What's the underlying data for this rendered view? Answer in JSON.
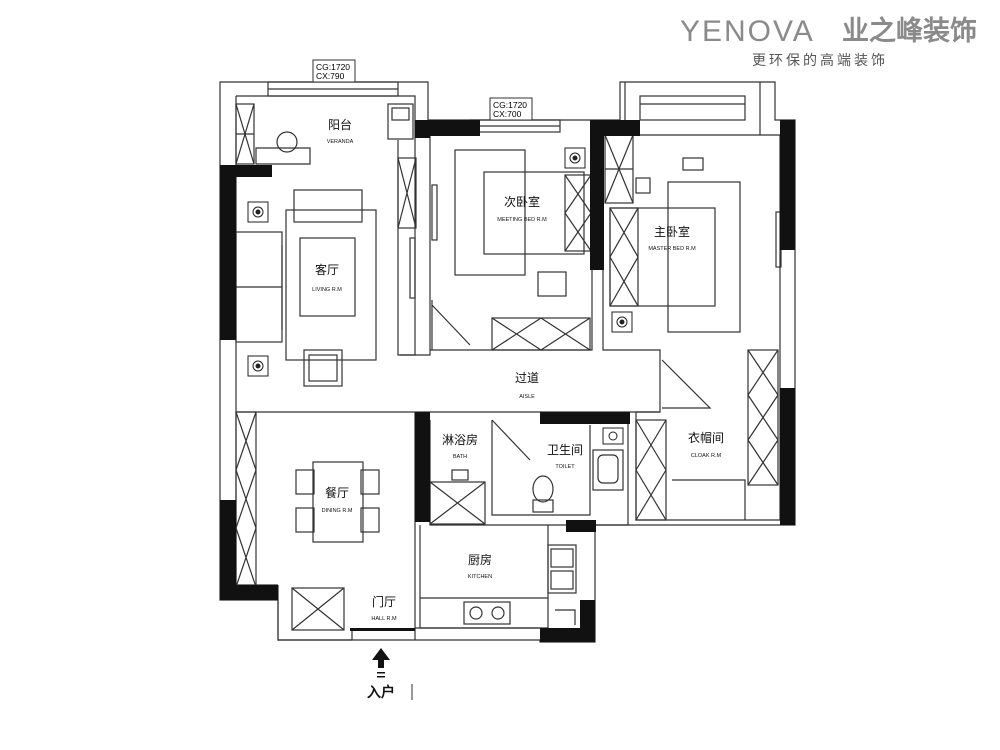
{
  "brand": {
    "latin": "YENOVA",
    "chinese": "业之峰装饰",
    "slogan": "更环保的高端装饰"
  },
  "windows": {
    "balcony": {
      "cg": "CG:1720",
      "cx": "CX:790"
    },
    "second_bedroom": {
      "cg": "CG:1720",
      "cx": "CX:700"
    }
  },
  "rooms": {
    "balcony": {
      "cn": "阳台",
      "en": "VERANDA"
    },
    "living": {
      "cn": "客厅",
      "en": "LIVING R.M"
    },
    "second_bedroom": {
      "cn": "次卧室",
      "en": "MEETING BED R.M"
    },
    "master_bedroom": {
      "cn": "主卧室",
      "en": "MASTER BED R.M"
    },
    "aisle": {
      "cn": "过道",
      "en": "AISLE"
    },
    "shower": {
      "cn": "淋浴房",
      "en": "BATH"
    },
    "toilet": {
      "cn": "卫生间",
      "en": "TOILET"
    },
    "cloak": {
      "cn": "衣帽间",
      "en": "CLOAK R.M"
    },
    "dining": {
      "cn": "餐厅",
      "en": "DINING R.M"
    },
    "kitchen": {
      "cn": "厨房",
      "en": "KITCHEN"
    },
    "hall": {
      "cn": "门厅",
      "en": "HALL R.M"
    }
  },
  "entrance": {
    "label": "入户",
    "icon": "up-arrow-icon"
  },
  "colors": {
    "wall": "#111111",
    "line": "#333333",
    "brand_gray": "#8a8a8a"
  }
}
